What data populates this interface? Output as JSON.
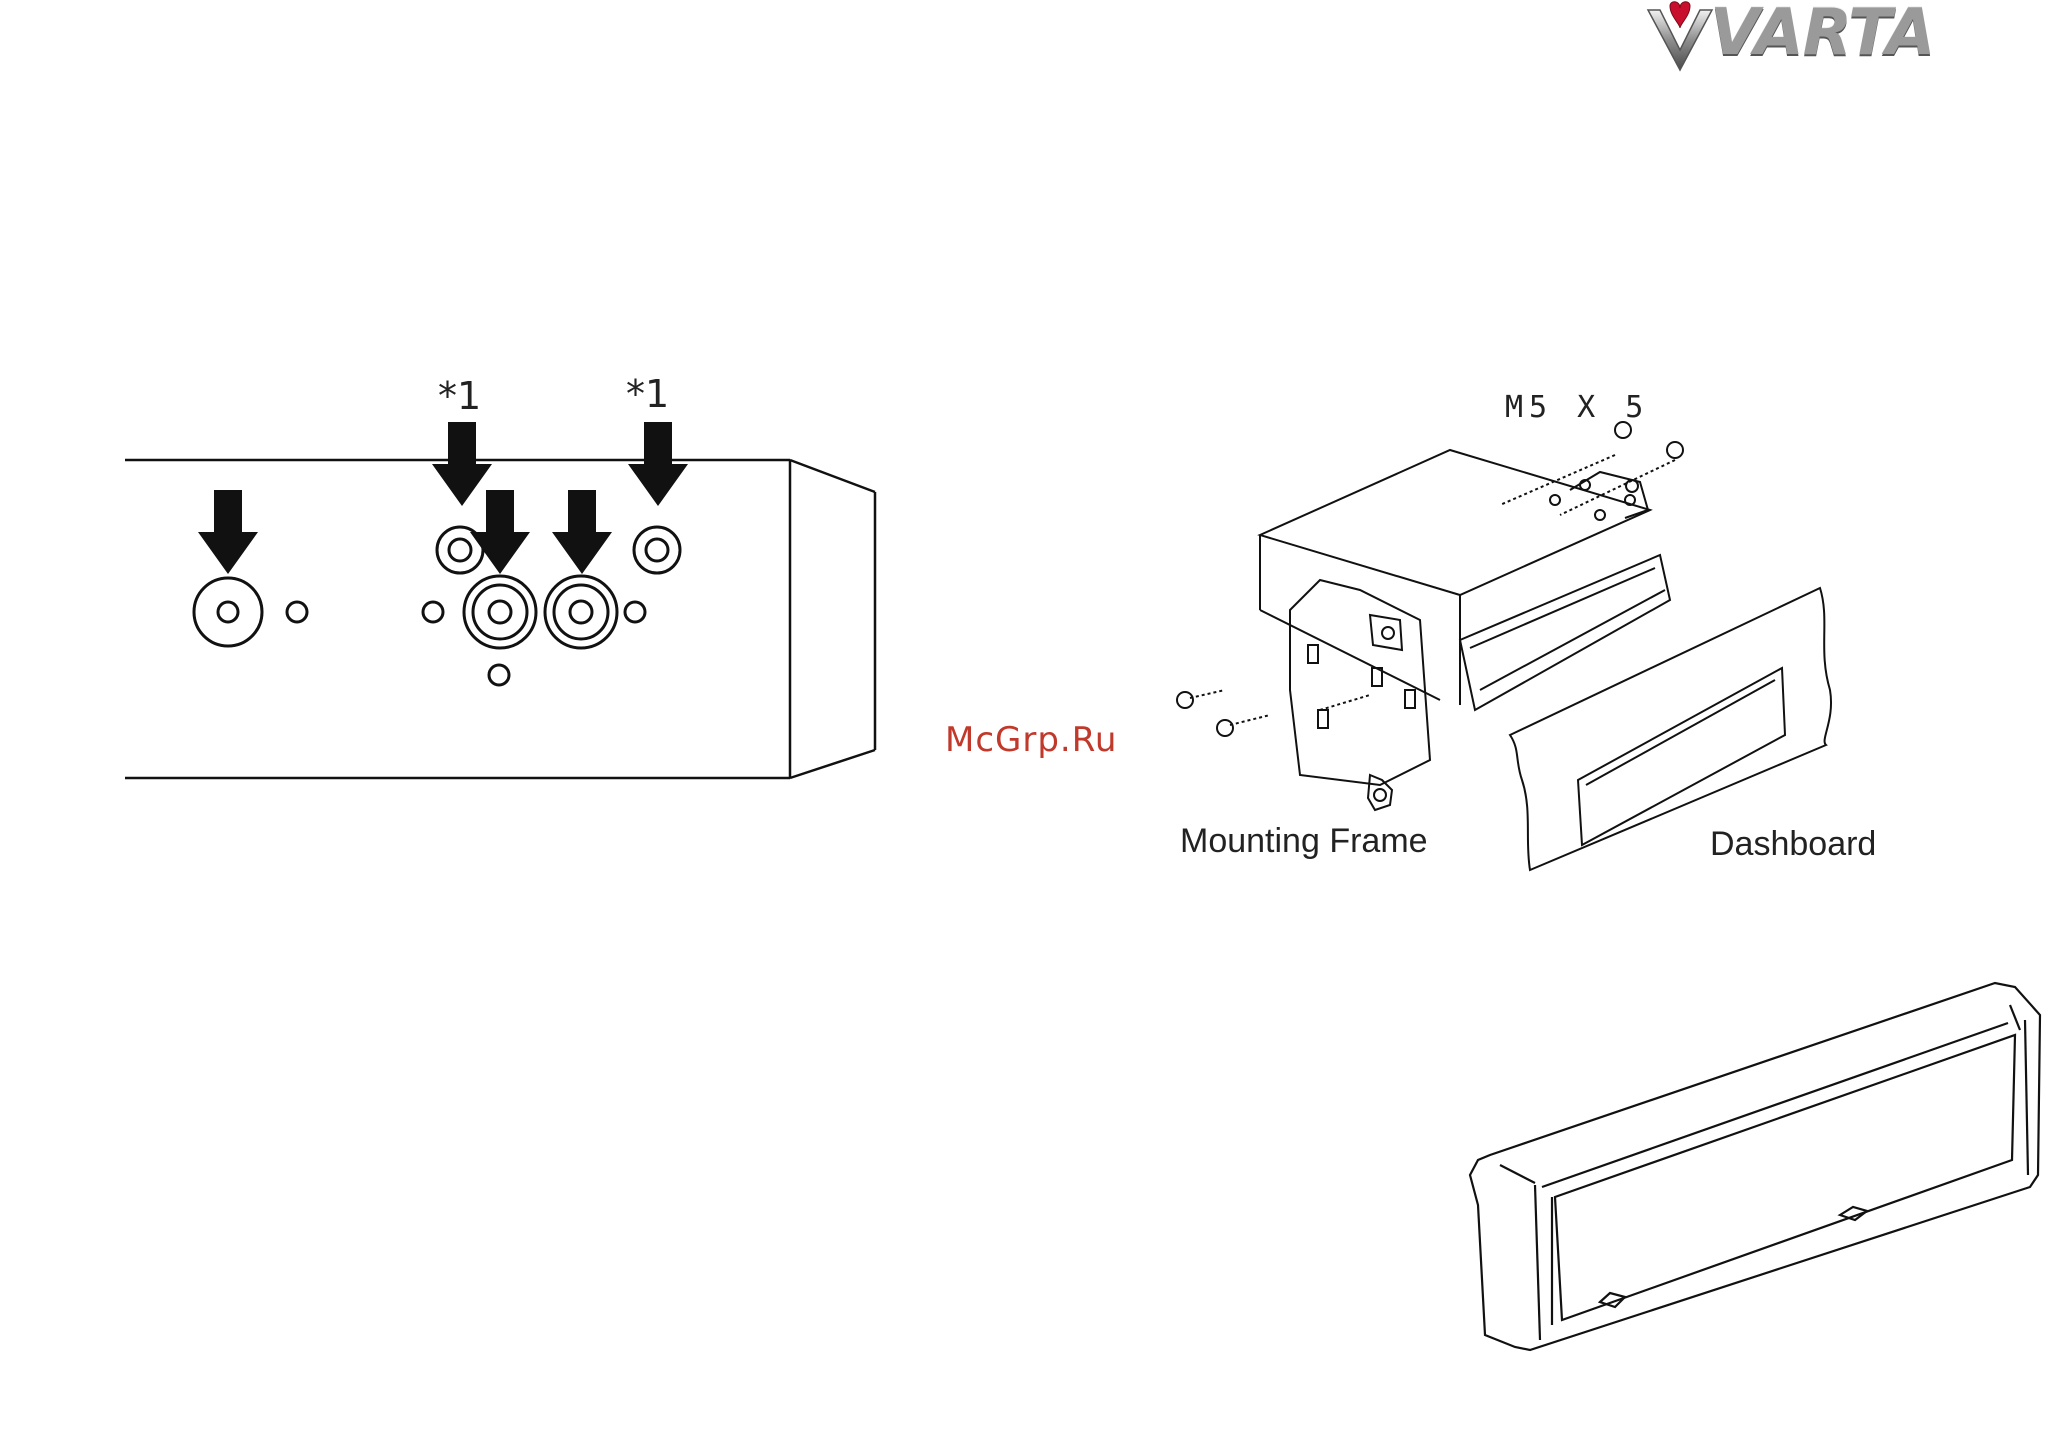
{
  "brand": {
    "logo_text": "VARTA"
  },
  "figure_left": {
    "markers": [
      "*1",
      "*1"
    ]
  },
  "figure_right": {
    "screw_spec": "M5 X 5",
    "label_mounting_frame": "Mounting Frame",
    "label_dashboard": "Dashboard"
  },
  "watermark": {
    "text": "McGrp.Ru",
    "color": "#c0392b"
  }
}
